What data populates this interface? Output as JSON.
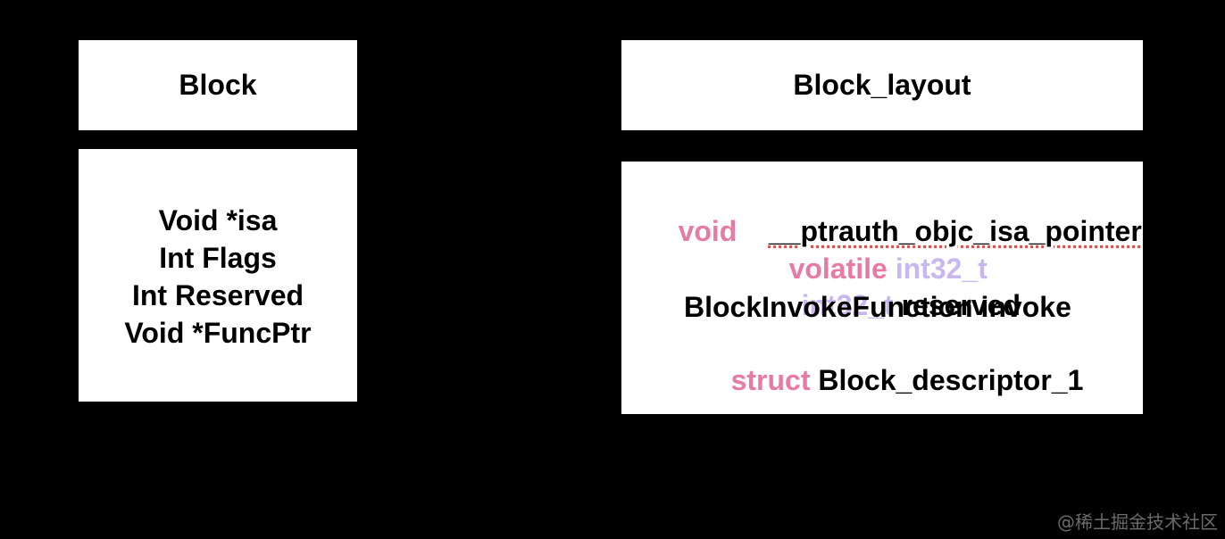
{
  "colors": {
    "keyword": "#e87aa6",
    "type": "#c8b7f0"
  },
  "block": {
    "title": "Block",
    "fields": [
      "Void *isa",
      "Int Flags",
      "Int Reserved",
      "Void *FuncPtr"
    ]
  },
  "block_layout": {
    "title": "Block_layout",
    "line1_kw": "void",
    "line1_rest": "__ptrauth_objc_isa_pointer",
    "line2_kw": "volatile",
    "line2_type": "int32_t",
    "line3_type": "int32_t",
    "line3_rest": "reserved",
    "line4": "BlockInvokeFunction invoke",
    "line5_kw": "struct",
    "line5_rest": "Block_descriptor_1"
  },
  "watermark": "@稀土掘金技术社区"
}
